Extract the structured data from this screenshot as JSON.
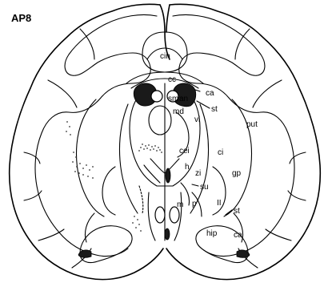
{
  "title": "AP8",
  "labels": {
    "cin": "cin",
    "cc": "cc",
    "ca_top": "ca",
    "st_top": "st",
    "sm": "sm",
    "an": "an",
    "md": "md",
    "vl": "vl",
    "put": "put",
    "cei": "cei",
    "ci": "ci",
    "h": "h",
    "zi": "zi",
    "gp": "gp",
    "su": "su",
    "m": "m",
    "p": "p",
    "II": "II",
    "st_bottom": "st",
    "hip": "hip",
    "ca_bottom": "ca"
  }
}
